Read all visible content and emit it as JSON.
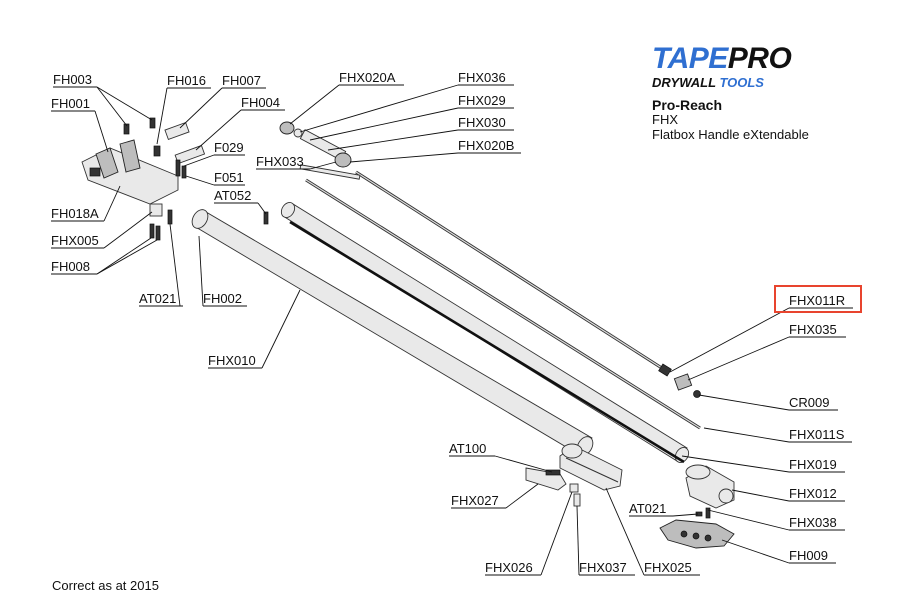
{
  "brand": {
    "logo_tape": "TAPE",
    "logo_pro": "PRO",
    "logo_drywall": "DRYWALL",
    "logo_tools": "TOOLS",
    "colors": {
      "accent": "#2f6fd1",
      "highlight": "#e8442e"
    }
  },
  "product": {
    "name": "Pro-Reach",
    "code": "FHX",
    "description": "Flatbox Handle eXtendable"
  },
  "footer": "Correct as at 2015",
  "highlighted_part": "FHX011R",
  "parts": {
    "FH003": "FH003",
    "FH016": "FH016",
    "FH007": "FH007",
    "FH001": "FH001",
    "FH004": "FH004",
    "F029": "F029",
    "F051": "F051",
    "AT052": "AT052",
    "FH018A": "FH018A",
    "FHX005": "FHX005",
    "FH008": "FH008",
    "AT021a": "AT021",
    "FH002": "FH002",
    "FHX010": "FHX010",
    "FHX020A": "FHX020A",
    "FHX036": "FHX036",
    "FHX029": "FHX029",
    "FHX030": "FHX030",
    "FHX020B": "FHX020B",
    "FHX033": "FHX033",
    "FHX011R": "FHX011R",
    "FHX035": "FHX035",
    "CR009": "CR009",
    "FHX011S": "FHX011S",
    "FHX019": "FHX019",
    "FHX012": "FHX012",
    "AT021b": "AT021",
    "FHX038": "FHX038",
    "FH009": "FH009",
    "AT100": "AT100",
    "FHX027": "FHX027",
    "FHX026": "FHX026",
    "FHX037": "FHX037",
    "FHX025": "FHX025"
  }
}
